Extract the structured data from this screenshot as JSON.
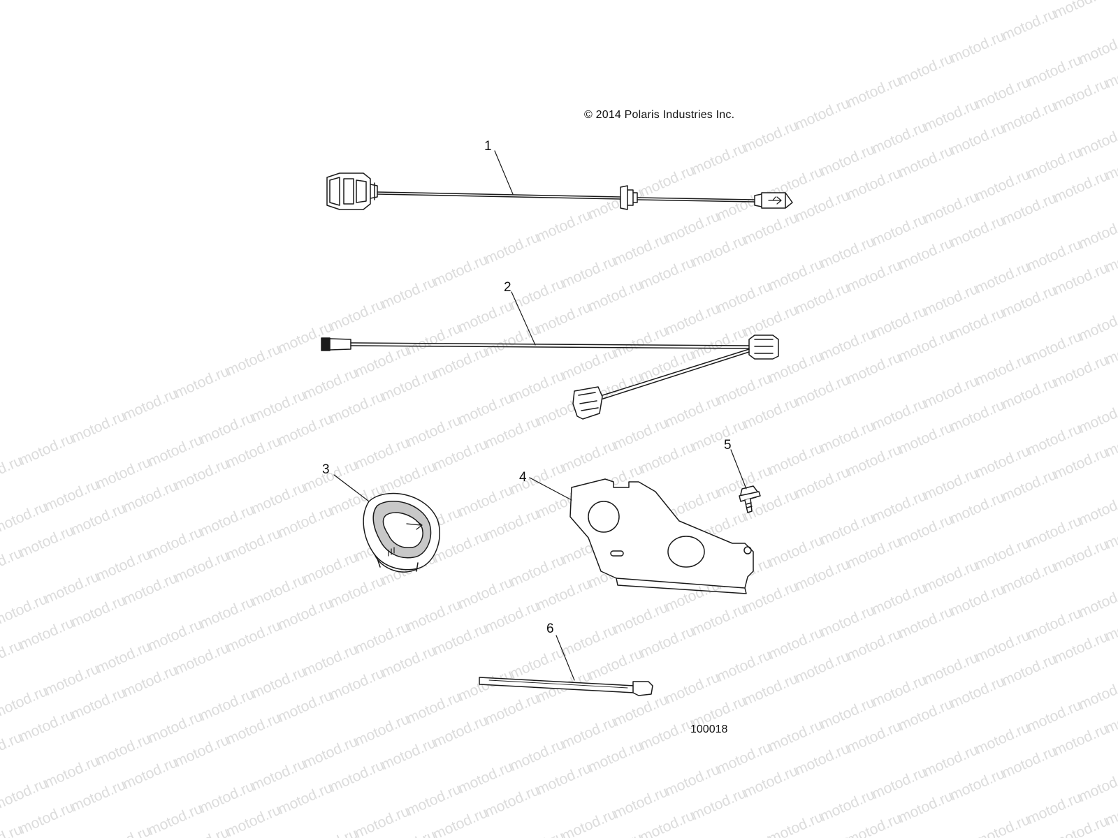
{
  "copyright": "© 2014 Polaris Industries Inc.",
  "figure_id": "100018",
  "watermark": "motod.ru",
  "callouts": [
    "1",
    "2",
    "3",
    "4",
    "5",
    "6"
  ],
  "colors": {
    "line": "#1a1a1a",
    "fill": "#ffffff",
    "shade": "#b5b5b5",
    "watermark": "#dcdcdc"
  }
}
